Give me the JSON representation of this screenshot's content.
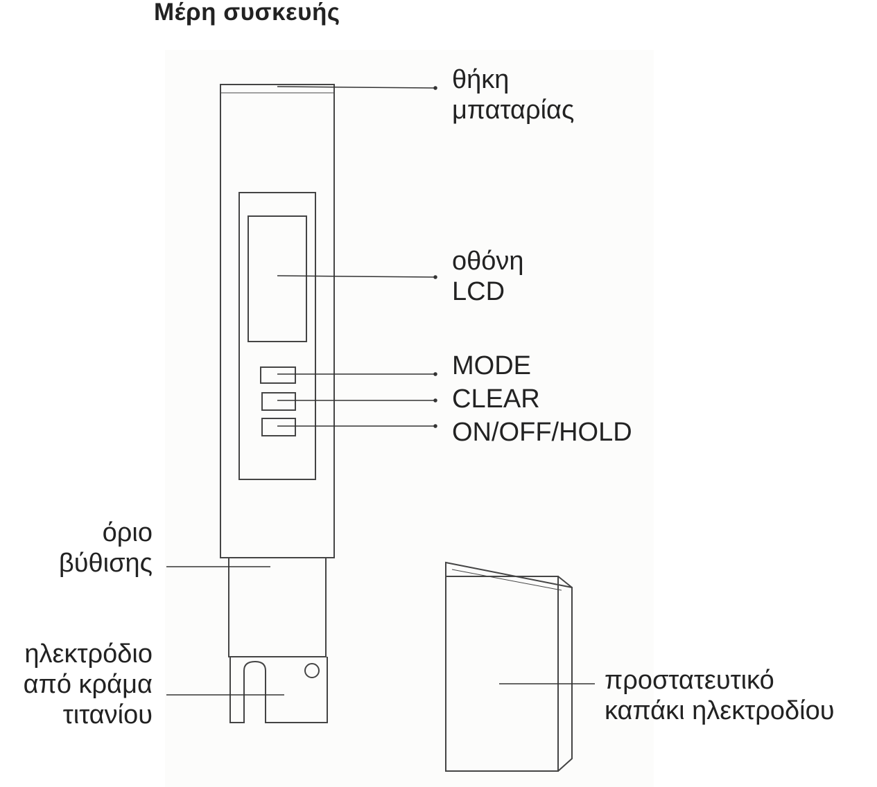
{
  "title": "Μέρη συσκευής",
  "labels": {
    "battery_case": [
      "θήκη",
      "μπαταρίας"
    ],
    "lcd_screen": [
      "οθόνη",
      "LCD"
    ],
    "mode": "MODE",
    "clear": "CLEAR",
    "power_hold": "ON/OFF/HOLD",
    "immersion_limit": [
      "όριο",
      "βύθισης"
    ],
    "electrode": [
      "ηλεκτρόδιο",
      "από κράμα",
      "τιτανίου"
    ],
    "protective_cap": [
      "προστατευτικό",
      "καπάκι ηλεκτροδίου"
    ]
  }
}
